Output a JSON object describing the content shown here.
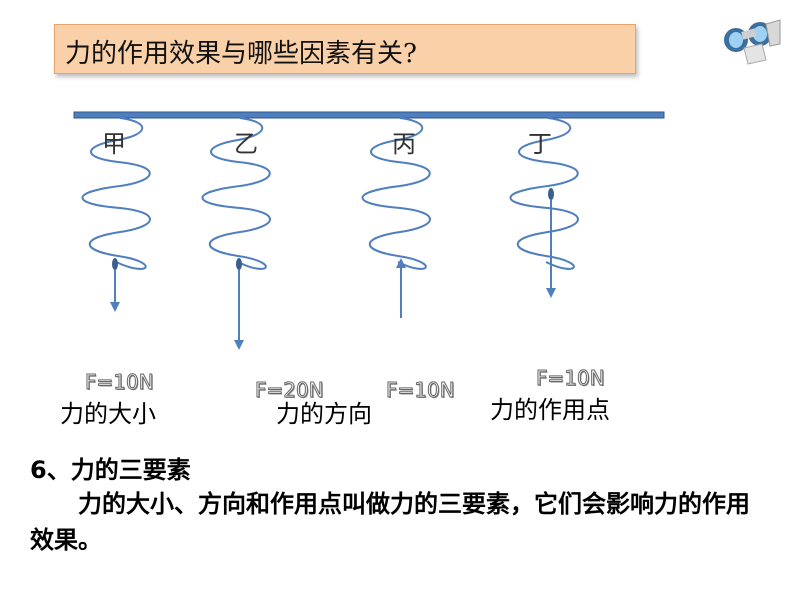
{
  "title": "力的作用效果与哪些因素有关?",
  "springs": [
    {
      "label": "甲",
      "force": "F=10N"
    },
    {
      "label": "乙",
      "force": "F=20N"
    },
    {
      "label": "丙",
      "force": "F=10N"
    },
    {
      "label": "丁",
      "force": "F=10N"
    }
  ],
  "captions": [
    "力的大小",
    "力的方向",
    "力的作用点"
  ],
  "section": {
    "heading": "6、力的三要素",
    "body": "力的大小、方向和作用点叫做力的三要素，它们会影响力的作用效果。"
  },
  "colors": {
    "spring": "#4f7fbe",
    "bar": "#4f7fbe",
    "bar_border": "#2d5a8e",
    "title_bg": "#fad0a8"
  },
  "icons": [
    "binoculars-icon"
  ]
}
